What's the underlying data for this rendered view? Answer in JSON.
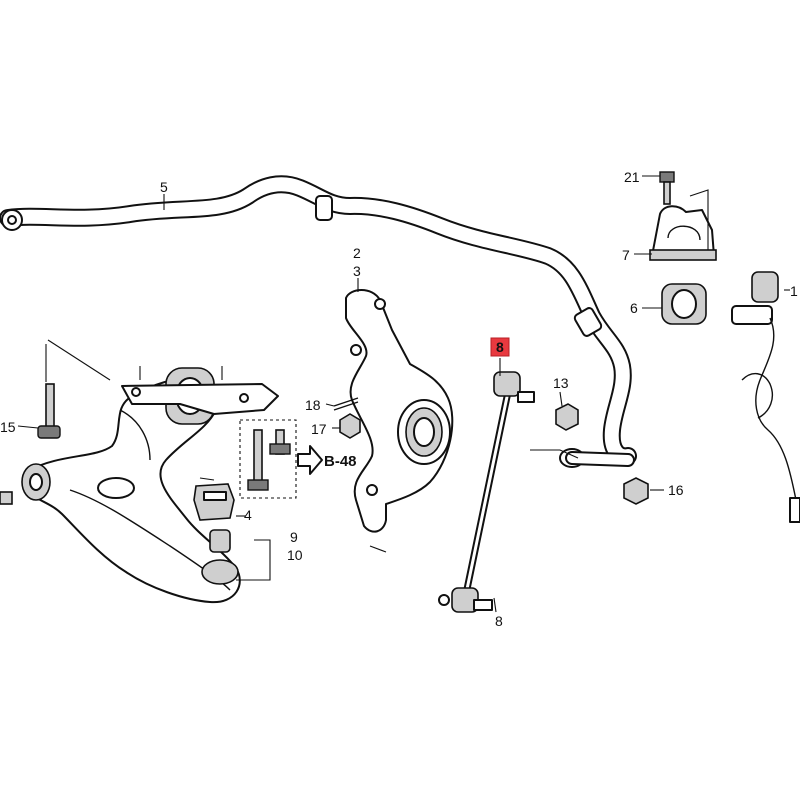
{
  "callouts": {
    "c2": "2",
    "c3": "3",
    "c4": "4",
    "c5": "5",
    "c6": "6",
    "c7": "7",
    "c8": "8",
    "c9": "9",
    "c10": "10",
    "c13": "13",
    "c15": "15",
    "c16": "16",
    "c17": "17",
    "c18": "18",
    "c21": "21",
    "c1": "1"
  },
  "reference": {
    "label": "B-48"
  },
  "highlight": {
    "part_number": "8",
    "color": "#e8393f"
  }
}
